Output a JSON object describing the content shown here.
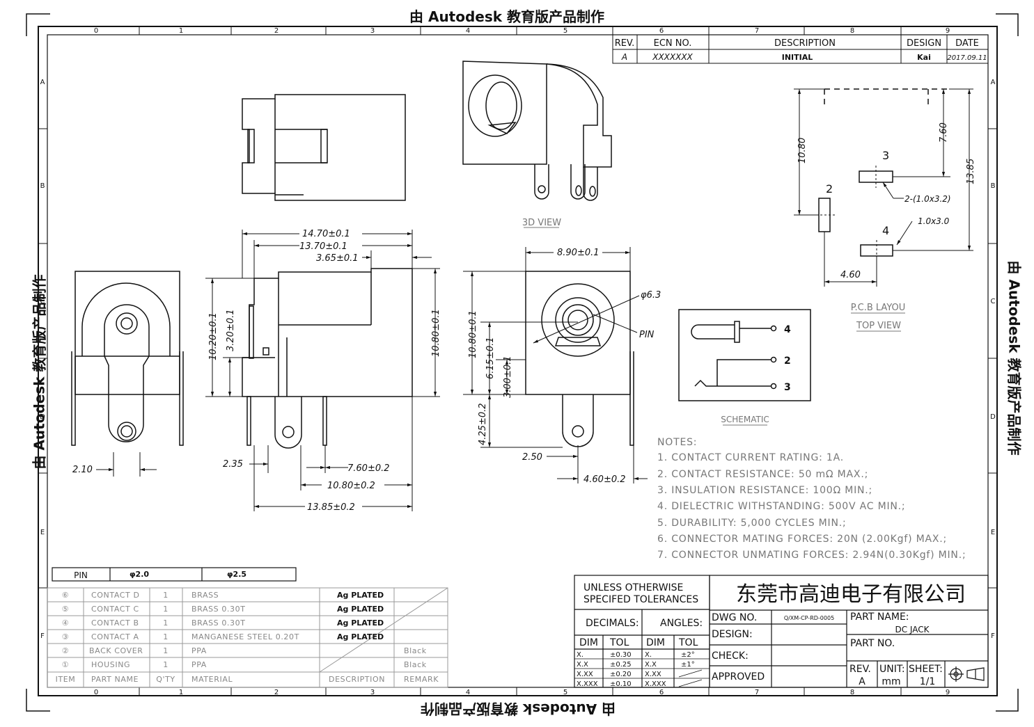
{
  "watermark": "由 Autodesk 教育版产品制作",
  "zones": {
    "columns": [
      "0",
      "1",
      "2",
      "3",
      "4",
      "5",
      "6",
      "7",
      "8",
      "9"
    ],
    "rows": [
      "A",
      "B",
      "C",
      "D",
      "E",
      "F"
    ]
  },
  "revision_table": {
    "headers": [
      "REV.",
      "ECN NO.",
      "DESCRIPTION",
      "DESIGN",
      "DATE"
    ],
    "row": [
      "A",
      "XXXXXXX",
      "INITIAL",
      "Kai",
      "2017.09.11"
    ]
  },
  "views": {
    "view_3d": "3D VIEW",
    "pcb_layout": "P.C.B LAYOU",
    "pcb_top_view": "TOP VIEW",
    "schematic": "SCHEMATIC"
  },
  "dimensions": {
    "d_14_70": "14.70±0.1",
    "d_13_70": "13.70±0.1",
    "d_3_65": "3.65±0.1",
    "d_10_20": "10.20±0.1",
    "d_3_20": "3.20±0.1",
    "d_10_80_right": "10.80±0.1",
    "d_2_10": "2.10",
    "d_2_35": "2.35",
    "d_7_60": "7.60±0.2",
    "d_10_80_bottom": "10.80±0.2",
    "d_13_85": "13.85±0.2",
    "d_8_90": "8.90±0.1",
    "d_phi_6_3": "φ6.3",
    "pin_label": "PIN",
    "d_10_80_front": "10.80±0.1",
    "d_6_15": "6.15±0.1",
    "d_3_00": "3.00±0.1",
    "d_4_25": "4.25±0.2",
    "d_2_50": "2.50",
    "d_4_60_front": "4.60±0.2",
    "pcb_10_80": "10.80",
    "pcb_7_60": "7.60",
    "pcb_13_85": "13.85",
    "pcb_4_60": "4.60",
    "pcb_pin2": "2",
    "pcb_pin3": "3",
    "pcb_pin4": "4",
    "pcb_slot_a": "2-(1.0x3.2)",
    "pcb_slot_b": "1.0x3.0"
  },
  "schematic_pins": [
    "4",
    "2",
    "3"
  ],
  "notes": {
    "title": "NOTES:",
    "items": [
      "1.  CONTACT  CURRENT  RATING:  1A.",
      "2.  CONTACT  RESISTANCE:  50  mΩ  MAX.;",
      "3.  INSULATION  RESISTANCE:  100Ω  MIN.;",
      "4.  DIELECTRIC  WITHSTANDING:  500V  AC  MIN.;",
      "5.  DURABILITY:  5,000  CYCLES  MIN.;",
      "6.  CONNECTOR  MATING  FORCES:  20N  (2.00Kgf)  MAX.;",
      "7.  CONNECTOR  UNMATING  FORCES:  2.94N(0.30Kgf)  MIN.;"
    ]
  },
  "pin_table": {
    "label": "PIN",
    "c1": "φ2.0",
    "c2": "φ2.5"
  },
  "bom": {
    "headers": [
      "ITEM",
      "PART NAME",
      "Q'TY",
      "MATERIAL",
      "DESCRIPTION",
      "REMARK"
    ],
    "rows": [
      {
        "item": "⑥",
        "name": "CONTACT  D",
        "qty": "1",
        "material": "BRASS",
        "desc": "Ag PLATED",
        "remark": ""
      },
      {
        "item": "⑤",
        "name": "CONTACT  C",
        "qty": "1",
        "material": "BRASS  0.30T",
        "desc": "Ag PLATED",
        "remark": ""
      },
      {
        "item": "④",
        "name": "CONTACT  B",
        "qty": "1",
        "material": "BRASS  0.30T",
        "desc": "Ag PLATED",
        "remark": ""
      },
      {
        "item": "③",
        "name": "CONTACT  A",
        "qty": "1",
        "material": "MANGANESE  STEEL  0.20T",
        "desc": "Ag PLATED",
        "remark": ""
      },
      {
        "item": "②",
        "name": "BACK  COVER",
        "qty": "1",
        "material": "PPA",
        "desc": "",
        "remark": "Black"
      },
      {
        "item": "①",
        "name": "HOUSING",
        "qty": "1",
        "material": "PPA",
        "desc": "",
        "remark": "Black"
      }
    ]
  },
  "tolerances": {
    "header1": "UNLESS  OTHERWISE",
    "header2": "SPECIFED  TOLERANCES",
    "decimals": "DECIMALS:",
    "angles": "ANGLES:",
    "dim": "DIM",
    "tol": "TOL",
    "decimal_rows": [
      [
        "X.",
        "±0.30"
      ],
      [
        "X.X",
        "±0.25"
      ],
      [
        "X.XX",
        "±0.20"
      ],
      [
        "X.XXX",
        "±0.10"
      ]
    ],
    "angle_rows": [
      [
        "X.",
        "±2°"
      ],
      [
        "X.X",
        "±1°"
      ],
      [
        "X.XX",
        ""
      ],
      [
        "X.XXX",
        ""
      ]
    ]
  },
  "title_block": {
    "company": "东莞市高迪电子有限公司",
    "dwg_no_label": "DWG  NO.",
    "dwg_no": "Q/XM-CP-RD-0005",
    "design": "DESIGN:",
    "check": "CHECK:",
    "approved": "APPROVED",
    "part_name_label": "PART  NAME:",
    "part_name": "DC  JACK",
    "part_no_label": "PART  NO.",
    "rev_label": "REV.",
    "rev": "A",
    "unit_label": "UNIT:",
    "unit": "mm",
    "sheet_label": "SHEET:",
    "sheet": "1/1"
  }
}
